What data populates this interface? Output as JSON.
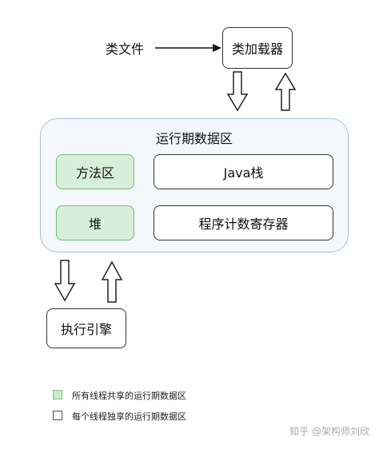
{
  "class_file_label": "类文件",
  "class_loader_label": "类加载器",
  "runtime_area": {
    "title": "运行期数据区",
    "method_area": "方法区",
    "java_stack": "Java栈",
    "heap": "堆",
    "program_counter": "程序计数寄存器"
  },
  "execution_engine_label": "执行引擎",
  "legend": {
    "shared": "所有线程共享的运行期数据区",
    "private": "每个线程独享的运行期数据区"
  },
  "watermark": "知乎 @架构师刘欣",
  "colors": {
    "shared_fill": "#d7efd8",
    "shared_border": "#6fbf73",
    "runtime_fill": "#f4f7fb",
    "runtime_border": "#a9c0d4"
  }
}
